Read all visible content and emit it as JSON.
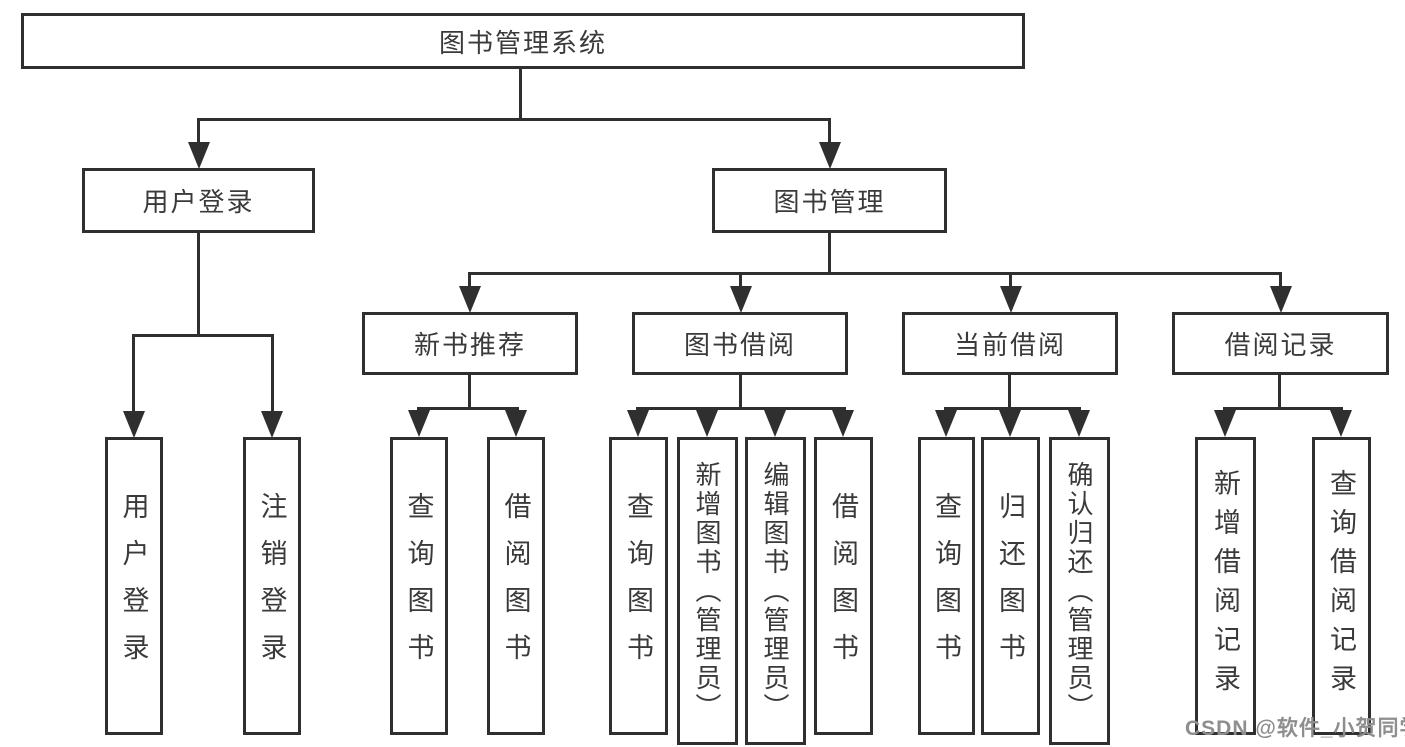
{
  "tree": {
    "label": "图书管理系统",
    "children": [
      {
        "label": "用户登录",
        "children": [
          {
            "label": "用户登录"
          },
          {
            "label": "注销登录"
          }
        ]
      },
      {
        "label": "图书管理",
        "children": [
          {
            "label": "新书推荐",
            "children": [
              {
                "label": "查询图书"
              },
              {
                "label": "借阅图书"
              }
            ]
          },
          {
            "label": "图书借阅",
            "children": [
              {
                "label": "查询图书"
              },
              {
                "label": "新增图书（管理员）"
              },
              {
                "label": "编辑图书（管理员）"
              },
              {
                "label": "借阅图书"
              }
            ]
          },
          {
            "label": "当前借阅",
            "children": [
              {
                "label": "查询图书"
              },
              {
                "label": "归还图书"
              },
              {
                "label": "确认归还（管理员）"
              }
            ]
          },
          {
            "label": "借阅记录",
            "children": [
              {
                "label": "新增借阅记录"
              },
              {
                "label": "查询借阅记录"
              }
            ]
          }
        ]
      }
    ]
  },
  "watermark": "CSDN @软件_小贺同学",
  "colors": {
    "line": "#2f2f2f",
    "text": "#3a3a3a",
    "watermark": "#8e8e8e",
    "background": "#ffffff"
  }
}
